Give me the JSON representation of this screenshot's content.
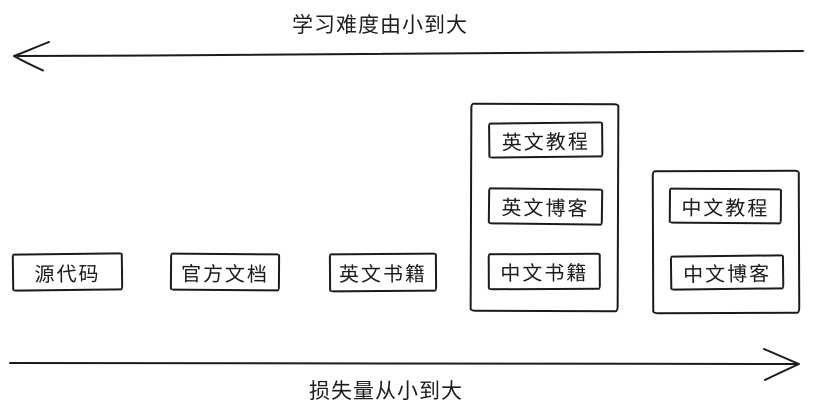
{
  "colors": {
    "background": "#ffffff",
    "ink": "#1b1b1b"
  },
  "top_axis": {
    "label": "学习难度由小到大",
    "direction": "left"
  },
  "bottom_axis": {
    "label": "损失量从小到大",
    "direction": "right"
  },
  "standalone_boxes": [
    {
      "id": "source-code",
      "label": "源代码"
    },
    {
      "id": "official-docs",
      "label": "官方文档"
    },
    {
      "id": "english-books",
      "label": "英文书籍"
    }
  ],
  "groups": [
    {
      "id": "group-english-and-chinese-books",
      "items": [
        {
          "id": "english-tutorials",
          "label": "英文教程"
        },
        {
          "id": "english-blogs",
          "label": "英文博客"
        },
        {
          "id": "chinese-books",
          "label": "中文书籍"
        }
      ]
    },
    {
      "id": "group-chinese",
      "items": [
        {
          "id": "chinese-tutorials",
          "label": "中文教程"
        },
        {
          "id": "chinese-blogs",
          "label": "中文博客"
        }
      ]
    }
  ]
}
